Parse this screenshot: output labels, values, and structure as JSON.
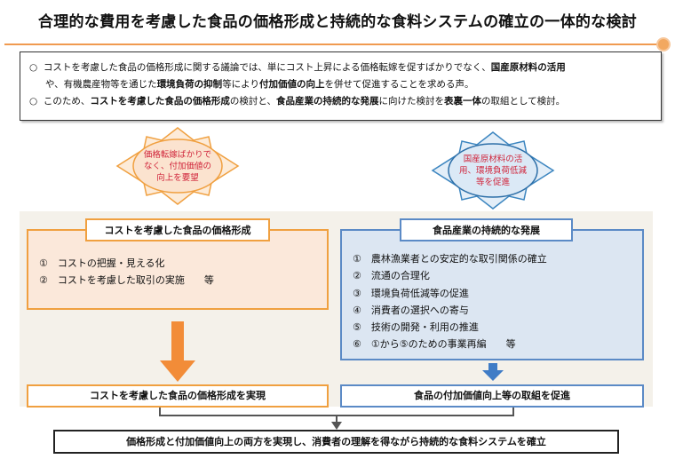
{
  "title": "合理的な費用を考慮した食品の価格形成と持続的な食料システムの確立の一体的な検討",
  "intro": {
    "bullet": "○",
    "p1": [
      "コストを考慮した食品の価格形成に関する議論では、単にコスト上昇による価格転嫁を促すばかりでなく、",
      "国産原材料の活用",
      "や、有機農産物等を通じた",
      "環境負荷の抑制",
      "等により",
      "付加価値の向上",
      "を併せて促進することを求める声。"
    ],
    "p2": [
      "このため、",
      "コストを考慮した食品の価格形成",
      "の検討と、",
      "食品産業の持続的な発展",
      "に向けた検討を",
      "表裏一体",
      "の取組として検討。"
    ]
  },
  "callouts": {
    "left": "価格転嫁ばかりでなく、付加価値の向上を要望",
    "right": "国産原材料の活用、環境負荷低減等を促進"
  },
  "left_box": {
    "title": "コストを考慮した食品の価格形成",
    "items": [
      "①　コストの把握・見える化",
      "②　コストを考慮した取引の実施　　等"
    ],
    "result": "コストを考慮した食品の価格形成を実現"
  },
  "right_box": {
    "title": "食品産業の持続的な発展",
    "items": [
      "①　農林漁業者との安定的な取引関係の確立",
      "②　流通の合理化",
      "③　環境負荷低減等の促進",
      "④　消費者の選択への寄与",
      "⑤　技術の開発・利用の推進",
      "⑥　①から⑤のための事業再編　　等"
    ],
    "result": "食品の付加価値向上等の取組を促進"
  },
  "final": "価格形成と付加価値向上の両方を実現し、消費者の理解を得ながら持続的な食料システムを確立",
  "colors": {
    "orange": "#f0a040",
    "blue": "#5b8ac6",
    "callout_text": "#d0243a"
  }
}
